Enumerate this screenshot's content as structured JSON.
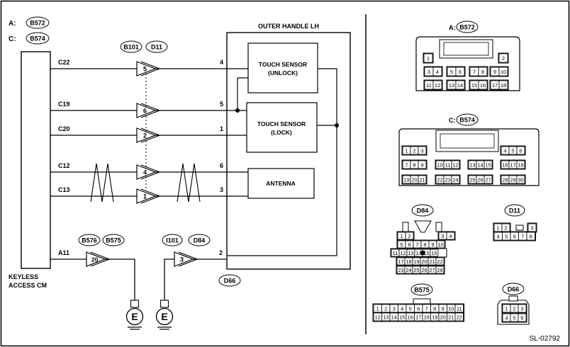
{
  "legend": {
    "a": "A:",
    "a_code": "B572",
    "c": "C:",
    "c_code": "B574"
  },
  "module": {
    "label1": "KEYLESS",
    "label2": "ACCESS CM"
  },
  "outer_handle": {
    "title": "OUTER HANDLE LH"
  },
  "touch_unlock": {
    "line1": "TOUCH SENSOR",
    "line2": "(UNLOCK)"
  },
  "touch_lock": {
    "line1": "TOUCH SENSOR",
    "line2": "(LOCK)"
  },
  "antenna": {
    "label": "ANTENNA"
  },
  "joint_labels": {
    "b101": "B101",
    "d11": "D11",
    "b576": "B576",
    "b575": "B575",
    "i101": "I101",
    "d84": "D84",
    "d66": "D66"
  },
  "wires": [
    {
      "term": "C22",
      "jpin": "5",
      "hpin": "4"
    },
    {
      "term": "C19",
      "jpin": "6",
      "hpin": "5"
    },
    {
      "term": "C20",
      "jpin": "2",
      "hpin": "1"
    },
    {
      "term": "C12",
      "jpin": "4",
      "hpin": "6"
    },
    {
      "term": "C13",
      "jpin": "1",
      "hpin": "3"
    }
  ],
  "ground": {
    "a11": "A11",
    "a11_pin": "20",
    "d84_pin": "3",
    "d66_pin": "2",
    "symbol": "E"
  },
  "connectors": {
    "a_prefix": "A:",
    "a_code": "B572",
    "a_rows": [
      [
        "1",
        "2"
      ],
      [
        "3",
        "4",
        "5",
        "6",
        "7",
        "8",
        "9",
        "10"
      ],
      [
        "11",
        "12",
        "13",
        "14",
        "15",
        "16",
        "17",
        "18"
      ]
    ],
    "c_prefix": "C:",
    "c_code": "B574",
    "c_rows": [
      [
        "1",
        "2",
        "3",
        "4",
        "5",
        "6"
      ],
      [
        "7",
        "8",
        "9",
        "10",
        "11",
        "12",
        "13",
        "14",
        "15",
        "16",
        "17",
        "18"
      ],
      [
        "19",
        "20",
        "21",
        "22",
        "23",
        "24",
        "25",
        "26",
        "27",
        "28",
        "29",
        "30"
      ]
    ],
    "d84": "D84",
    "d84_rows": [
      [
        "1",
        "2",
        "3",
        "4"
      ],
      [
        "5",
        "6",
        "7",
        "8",
        "9",
        "10"
      ],
      [
        "11",
        "12",
        "13",
        "14",
        "15",
        "16"
      ],
      [
        "17",
        "18",
        "19",
        "20",
        "21",
        "22"
      ],
      [
        "23",
        "24",
        "25",
        "26",
        "27",
        "28"
      ]
    ],
    "d11": "D11",
    "d11_rows": [
      [
        "1",
        "2",
        "3"
      ],
      [
        "4",
        "5",
        "6",
        "7",
        "8"
      ]
    ],
    "b575": "B575",
    "b575_rows": [
      [
        "1",
        "2",
        "3",
        "4",
        "5",
        "6",
        "7",
        "8",
        "9",
        "10",
        "11"
      ],
      [
        "12",
        "13",
        "14",
        "15",
        "16",
        "17",
        "18",
        "19",
        "20",
        "21",
        "22"
      ]
    ],
    "d66": "D66",
    "d66_rows": [
      [
        "1",
        "2",
        "3"
      ],
      [
        "4",
        "5",
        "6"
      ]
    ]
  },
  "diagram_id": "SL-02792"
}
